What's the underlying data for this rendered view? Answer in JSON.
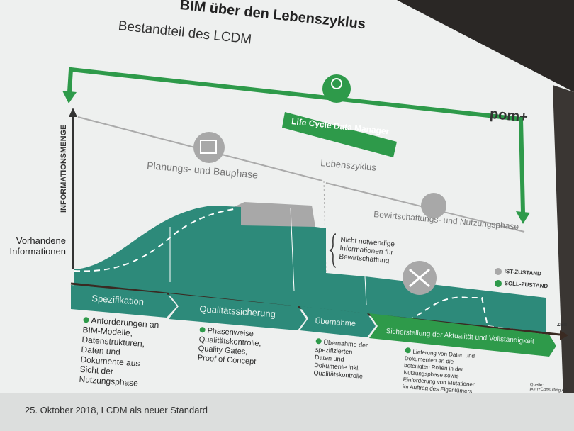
{
  "slide": {
    "title": "BIM über den Lebenszyklus",
    "subtitle": "Bestandteil des LCDM",
    "logo": "pom+",
    "lcdm_label": "Life Cycle Data Manager",
    "y_axis_label": "INFORMATIONSMENGE",
    "x_axis_label": "ZEIT",
    "existing_info_label": "Vorhandene\nInformationen",
    "phase_planning": "Planungs- und Bauphase",
    "lifecycle": "Lebenszyklus",
    "phase_operation": "Bewirtschaftungs- und Nutzungsphase",
    "annotation": "Nicht notwendige\nInformationen für\nBewirtschaftung",
    "legend": [
      {
        "label": "IST-ZUSTAND",
        "color": "#a8a8a8"
      },
      {
        "label": "SOLL-ZUSTAND",
        "color": "#2e9a4a"
      }
    ],
    "steps": [
      {
        "label": "Spezifikation",
        "text": "Anforderungen an\nBIM-Modelle,\nDatenstrukturen,\nDaten und\nDokumente aus\nSicht der\nNutzungsphase"
      },
      {
        "label": "Qualitätssicherung",
        "text": "Phasenweise\nQualitätskontrolle,\nQuality Gates,\nProof of Concept"
      },
      {
        "label": "Übernahme",
        "text": "Übernahme der\nspezifizierten\nDaten und\nDokumente inkl.\nQualitätskontrolle"
      },
      {
        "label": "Sicherstellung der Aktualität und Vollständigkeit",
        "text": "Lieferung von Daten und\nDokumenten an die\nbeteiligten Rollen in der\nNutzungsphase sowie\nEinforderung von Mutationen\nim Auftrag des Eigentümers"
      }
    ],
    "source": "Quelle: pom+Consulting AG",
    "footer": "25. Oktober 2018, LCDM als neuer Standard",
    "colors": {
      "teal": "#2d8a7a",
      "green": "#2e9a4a",
      "gray": "#a8a8a8",
      "dark": "#2a2725"
    }
  }
}
